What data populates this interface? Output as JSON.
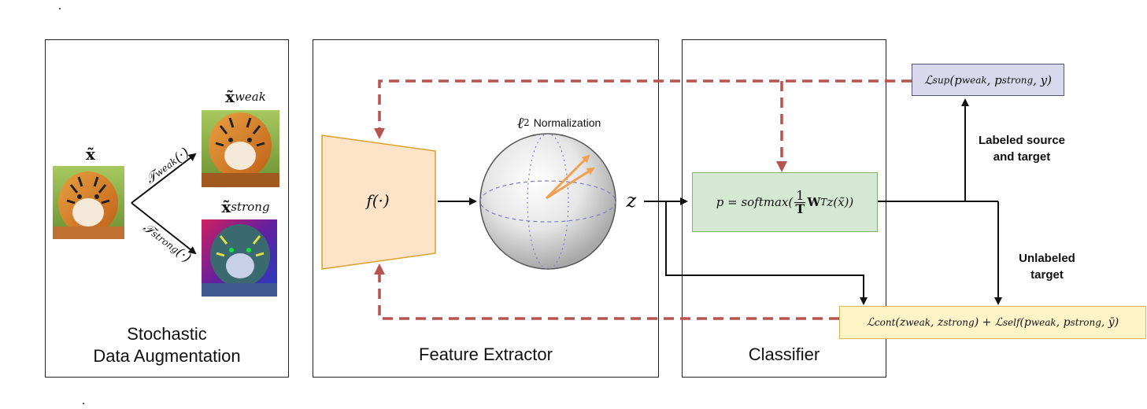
{
  "panels": {
    "augmentation": "Stochastic\nData  Augmentation",
    "augmentation_line1": "Stochastic",
    "augmentation_line2": "Data  Augmentation",
    "feature_extractor": "Feature Extractor",
    "classifier": "Classifier"
  },
  "augmentation": {
    "input_label": "x̃",
    "weak_label_base": "x̃",
    "weak_label_sup": "weak",
    "strong_label_base": "x̃",
    "strong_label_sup": "strong",
    "weak_transform": "𝒯",
    "weak_transform_sup": "weak",
    "weak_transform_arg": "(·)",
    "strong_transform": "𝒯",
    "strong_transform_sup": "strong",
    "strong_transform_arg": "(·)"
  },
  "feature_extractor": {
    "function_label": "f(·)",
    "normalization_base": "ℓ",
    "normalization_sup": "2",
    "normalization_text": "Normalization",
    "embedding_label": "z"
  },
  "classifier": {
    "formula_prefix": "p = softmax(",
    "frac_num": "1",
    "frac_den": "T",
    "formula_W": "W",
    "formula_W_sup": "T",
    "formula_suffix": "z(x̃))"
  },
  "losses": {
    "sup_base": "ℒ",
    "sup_sup": "sup",
    "sup_args_1": "(p",
    "sup_args_weak": "weak",
    "sup_args_2": ", p",
    "sup_args_strong": "strong",
    "sup_args_3": ", y)",
    "cont_base": "ℒ",
    "cont_sup": "cont",
    "cont_args_1": "(z",
    "cont_weak": "weak",
    "cont_args_2": ", z",
    "cont_strong": "strong",
    "cont_args_3": ") + ",
    "self_base": "ℒ",
    "self_sup": "self",
    "self_args_1": "(p",
    "self_weak": "weak",
    "self_args_2": ", p",
    "self_strong": "strong",
    "self_args_3": ", ȳ)"
  },
  "arrow_labels": {
    "labeled_line1": "Labeled source",
    "labeled_line2": "and target",
    "unlabeled_line1": "Unlabeled",
    "unlabeled_line2": "target"
  },
  "colors": {
    "feature_box_fill": "#fde3c7",
    "feature_box_stroke": "#d9a12b",
    "classifier_fill": "#d5e8d4",
    "classifier_stroke": "#82b366",
    "sup_loss_fill": "#d9d8ec",
    "sup_loss_stroke": "#555577",
    "unsup_loss_fill": "#fff4c8",
    "unsup_loss_stroke": "#d6b656",
    "dashed_arrow": "#b85450",
    "sphere_arrow": "#f0a050"
  }
}
